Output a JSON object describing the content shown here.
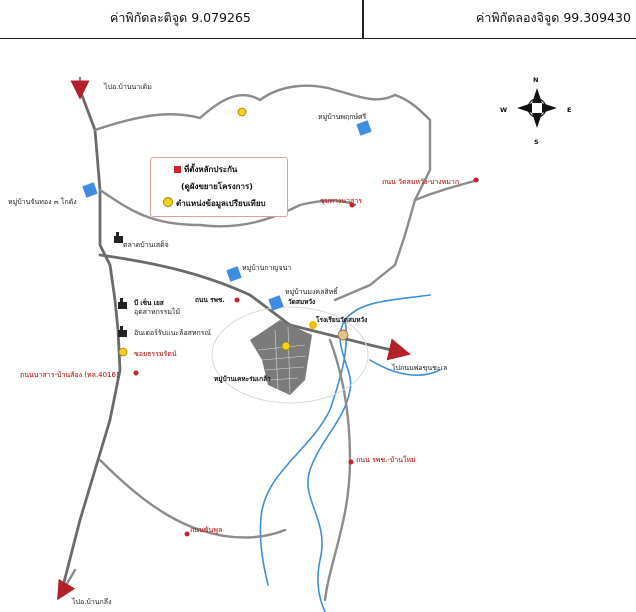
{
  "coordinates": {
    "latitude_label": "ค่าพิกัดละติจูด 9.079265",
    "longitude_label": "ค่าพิกัดลองจิจูด 99.309430"
  },
  "legend": {
    "project_site": "ที่ตั้งหลักประกัน",
    "project_site_sub": "(ดูผังขยายโครงการ)",
    "comparison_data": "ตำแหน่งข้อมูลเปรียบเทียบ"
  },
  "compass": {
    "n": "N",
    "s": "S",
    "e": "E",
    "w": "W"
  },
  "labels": {
    "to_ban_na_doem": "ไปอ.บ้านนาเดิม",
    "village_pruet_si": "หมู่บ้านพฤกษ์ศรี",
    "village_chan_thong": "หมู่บ้านจันทอง ๓ โกดัง",
    "ban_sadet": "ตลาดบ้านเสด็จ",
    "road_wat_sommai": "ถนน วัดสมหวัง-บางหมาก",
    "choom_kaew": "ชุมทางนาสาร",
    "village_kanchana": "หมู่บ้านกาญจนา",
    "village_mongkhon": "หมู่บ้านมงคลสิทธิ์",
    "wat_sommai": "วัดสมหวัง",
    "road_rophor": "ถนน รพช.",
    "seven_eleven": "บี เซ็น เยส",
    "industrial": "อุตสาหกรรมไม้",
    "center_market": "อินเตอร์รับแนะล้อสหกรณ์",
    "school": "โรงเรียนวัดสมหวัง",
    "canal_road": "ซอยธรรมรัตน์",
    "highway_4016": "ถนนนาสาร-บ้านส้อง (ทล.4016)",
    "village_chokchai": "หมู่บ้านเคหะร่มเกล้า",
    "to_phunphin": "ไปถนนพ่อขุนชะเล",
    "road_rophor_ban_mai": "ถนน รพช.-บ้านใหม่",
    "to_ban_khlong": "ไปอ.บ้านกลึง",
    "road_sub": "ถนนซันพูล"
  },
  "colors": {
    "road": "#8c8c8c",
    "river": "#3f8fd6",
    "arrow": "#b3202a",
    "site": "#d4202a",
    "comparison": "#f5d11b"
  }
}
